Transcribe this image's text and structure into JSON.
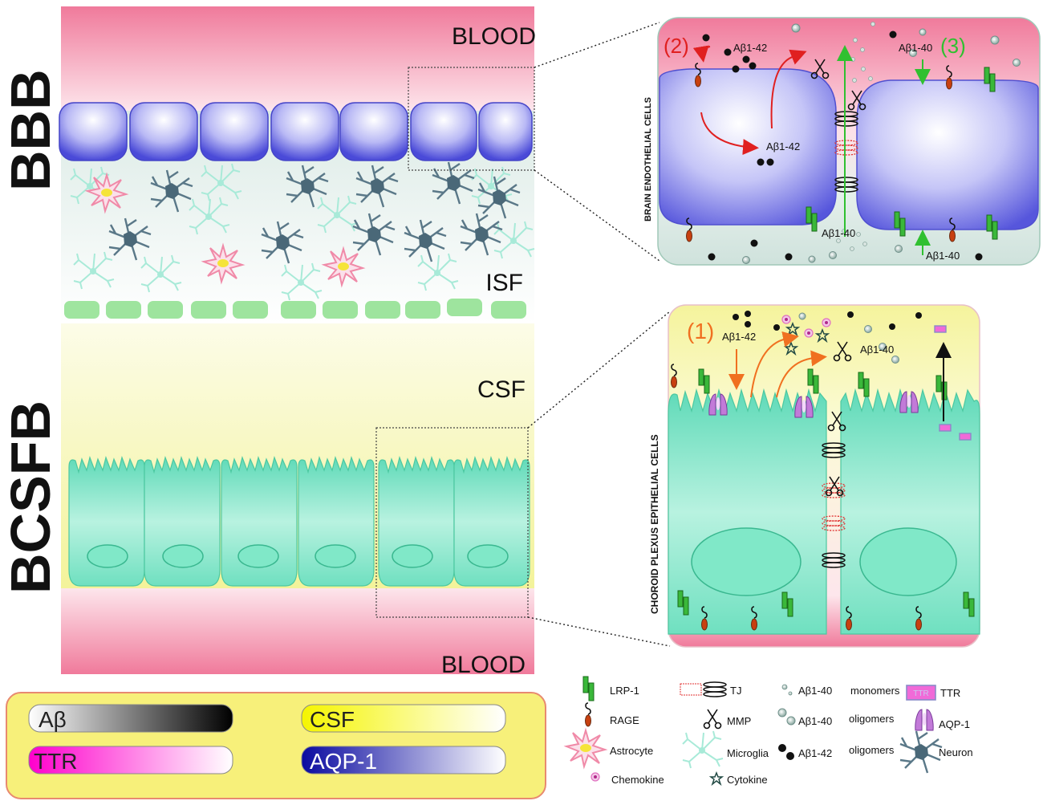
{
  "regions": {
    "blood_top": "BLOOD",
    "isf": "ISF",
    "csf": "CSF",
    "blood_bottom": "BLOOD",
    "bbb": "BBB",
    "bcsfb": "BCSFB"
  },
  "bbb_panel": {
    "side_label": "BRAIN ENDOTHELIAL CELLS",
    "step2": "(2)",
    "step3": "(3)",
    "ab42_top": "Aβ1-42",
    "ab42_mid": "Aβ1-42",
    "ab40_top": "Aβ1-40",
    "ab40_bottom_center": "Aβ1-40",
    "ab40_bottom_right": "Aβ1-40"
  },
  "bcsfb_panel": {
    "side_label": "CHOROID PLEXUS  EPITHELIAL CELLS",
    "step1": "(1)",
    "ab42": "Aβ1-42",
    "ab40": "Aβ1-40"
  },
  "gradient_legend": {
    "ab": "Aβ",
    "csf": "CSF",
    "ttr": "TTR",
    "aqp1": "AQP-1"
  },
  "symbol_legend": {
    "lrp1": "LRP-1",
    "rage": "RAGE",
    "astrocyte": "Astrocyte",
    "chemokine": "Chemokine",
    "tj": "TJ",
    "mmp": "MMP",
    "microglia": "Microglia",
    "cytokine": "Cytokine",
    "ab40_mono": "Aβ1-40",
    "ab40_mono_kind": "monomers",
    "ab40_oligo": "Aβ1-40",
    "ab40_oligo_kind": "oligomers",
    "ab42_oligo": "Aβ1-42",
    "ab42_oligo_kind": "oligomers",
    "ttr": "TTR",
    "ttr_box": "TTR",
    "aqp1": "AQP-1",
    "neuron": "Neuron"
  },
  "colors": {
    "blood": "#f07a9b",
    "csf": "#f5f5a0",
    "endothelial": "#5a5ae0",
    "epithelial": "#6fe0c0",
    "step1": "#f07020",
    "step2": "#e02020",
    "step3": "#30c030"
  }
}
